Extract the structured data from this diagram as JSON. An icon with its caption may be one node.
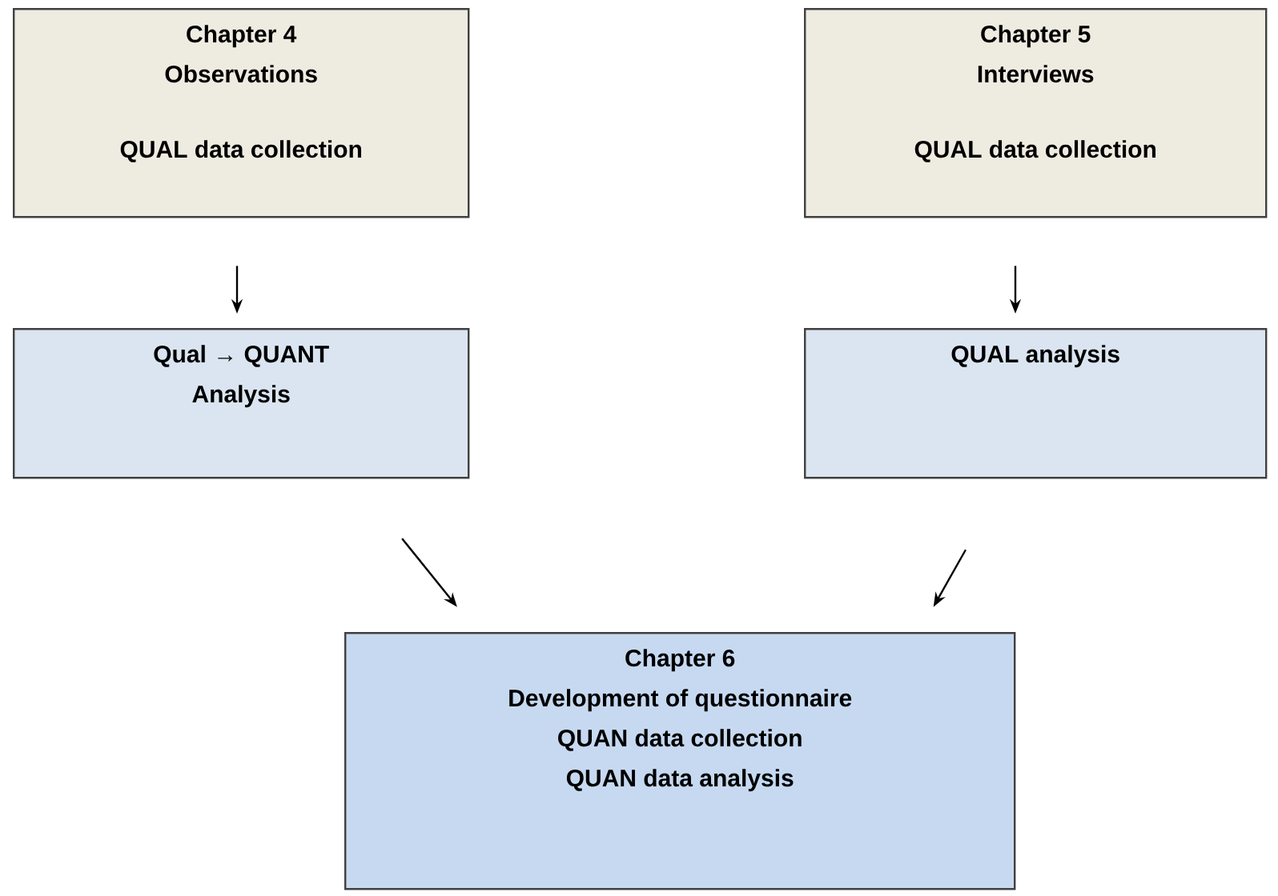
{
  "diagram": {
    "nodes": [
      {
        "text": [
          "Chapter 4",
          "Observations",
          "QUAL data collection"
        ]
      },
      {
        "text": [
          "Chapter 5",
          "Interviews",
          "QUAL data collection"
        ]
      },
      {
        "text": [
          "Qual → QUANT",
          "Analysis"
        ]
      },
      {
        "text": [
          "QUAL analysis"
        ]
      },
      {
        "text": [
          "Chapter 6",
          "Development of questionnaire",
          "QUAN data collection",
          "QUAN data analysis"
        ]
      }
    ],
    "edges": [
      {
        "from": 0,
        "to": 2,
        "arrow": "to"
      },
      {
        "from": 1,
        "to": 3,
        "arrow": "to"
      },
      {
        "from": 2,
        "to": 4,
        "arrow": "to"
      },
      {
        "from": 3,
        "to": 4,
        "arrow": "to"
      }
    ]
  }
}
